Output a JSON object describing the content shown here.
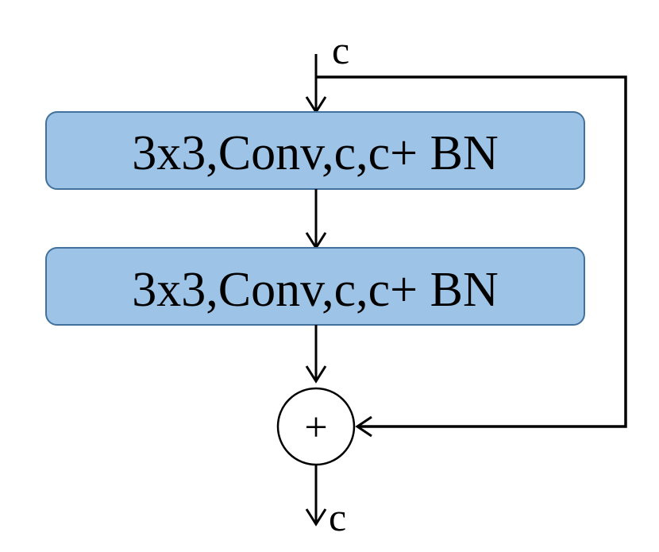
{
  "diagram": {
    "input_label": "c",
    "output_label": "c",
    "blocks": [
      {
        "label": "3x3,Conv,c,c+ BN"
      },
      {
        "label": "3x3,Conv,c,c+ BN"
      }
    ],
    "sum_symbol": "+",
    "colors": {
      "block_fill": "#9dc3e6",
      "block_stroke": "#41719c",
      "line": "#000000",
      "background": "#ffffff"
    }
  }
}
